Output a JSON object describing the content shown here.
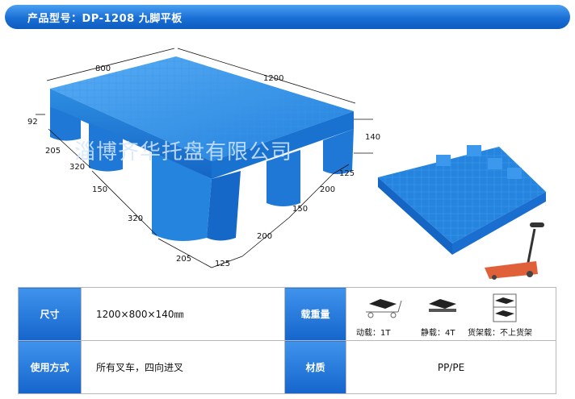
{
  "header": {
    "title": "产品型号：DP-1208   九脚平板"
  },
  "photo": {
    "watermark": "淄博齐华托盘有限公司",
    "dimensions": {
      "top_left": "800",
      "top_right": "1200",
      "left_height": "92",
      "right_height": "140",
      "left_a": "205",
      "left_b": "320",
      "left_c": "150",
      "left_d": "320",
      "left_e": "205",
      "bottom_a": "125",
      "bottom_b": "200",
      "bottom_c": "150",
      "bottom_d": "200",
      "bottom_e": "125"
    }
  },
  "spec": {
    "size_label": "尺寸",
    "size_value": "1200×800×140㎜",
    "load_label": "载重量",
    "loads": [
      {
        "caption": "动载：1T",
        "icon": "dynamic-load-icon"
      },
      {
        "caption": "静载：4T",
        "icon": "static-load-icon"
      },
      {
        "caption": "货架载：不上货架",
        "icon": "rack-load-icon"
      }
    ],
    "usage_label": "使用方式",
    "usage_value": "所有叉车，四向进叉",
    "material_label": "材质",
    "material_value": "PP/PE"
  },
  "colors": {
    "header": "#1a6fd6",
    "pallet": "#2a8ce0",
    "label_cell": "#1565cc"
  }
}
